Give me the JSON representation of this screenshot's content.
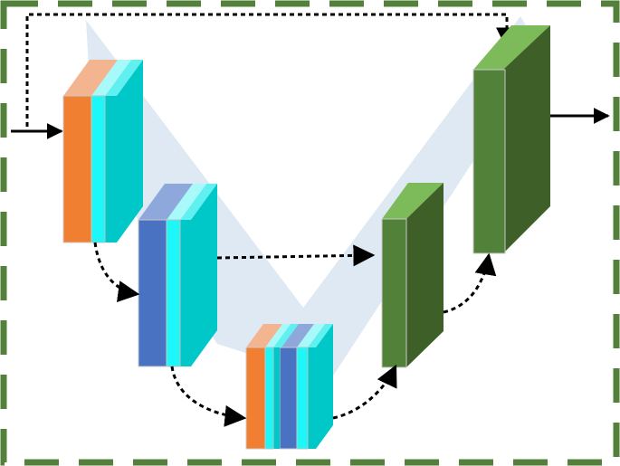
{
  "diagram": {
    "kind": "encoder-decoder network schematic",
    "frame": {
      "style": "dashed",
      "color": "#53803a"
    },
    "colors": {
      "orange": "#f07f31",
      "orange_top": "#f3b490",
      "cyan": "#1ef7f7",
      "teal": "#00c8c8",
      "teal_top": "#60f0f0",
      "blue": "#4a72c2",
      "blue_top": "#8fa8dc",
      "green": "#52823a",
      "green_top": "#7dbb5a",
      "green_side": "#3f5f28",
      "band": "#dde8f3"
    },
    "blocks": [
      {
        "id": "input-stage",
        "layers": [
          "orange",
          "cyan",
          "teal"
        ]
      },
      {
        "id": "encoder-stage-1",
        "layers": [
          "blue",
          "cyan",
          "teal"
        ]
      },
      {
        "id": "bottleneck-stage",
        "layers": [
          "orange",
          "cyan",
          "teal",
          "blue",
          "cyan",
          "teal"
        ]
      },
      {
        "id": "decoder-stage-1",
        "layers": [
          "green"
        ]
      },
      {
        "id": "output-stage",
        "layers": [
          "green"
        ]
      }
    ],
    "connections": [
      {
        "from": "input",
        "to": "input-stage",
        "style": "solid"
      },
      {
        "from": "input",
        "to": "output-stage",
        "style": "dashed",
        "kind": "global-skip"
      },
      {
        "from": "input-stage",
        "to": "encoder-stage-1",
        "style": "dashed",
        "kind": "down"
      },
      {
        "from": "encoder-stage-1",
        "to": "bottleneck-stage",
        "style": "dashed",
        "kind": "down"
      },
      {
        "from": "encoder-stage-1",
        "to": "decoder-stage-1",
        "style": "dashed",
        "kind": "skip"
      },
      {
        "from": "bottleneck-stage",
        "to": "decoder-stage-1",
        "style": "dashed",
        "kind": "up"
      },
      {
        "from": "decoder-stage-1",
        "to": "output-stage",
        "style": "dashed",
        "kind": "up"
      },
      {
        "from": "output-stage",
        "to": "output",
        "style": "solid"
      }
    ]
  }
}
